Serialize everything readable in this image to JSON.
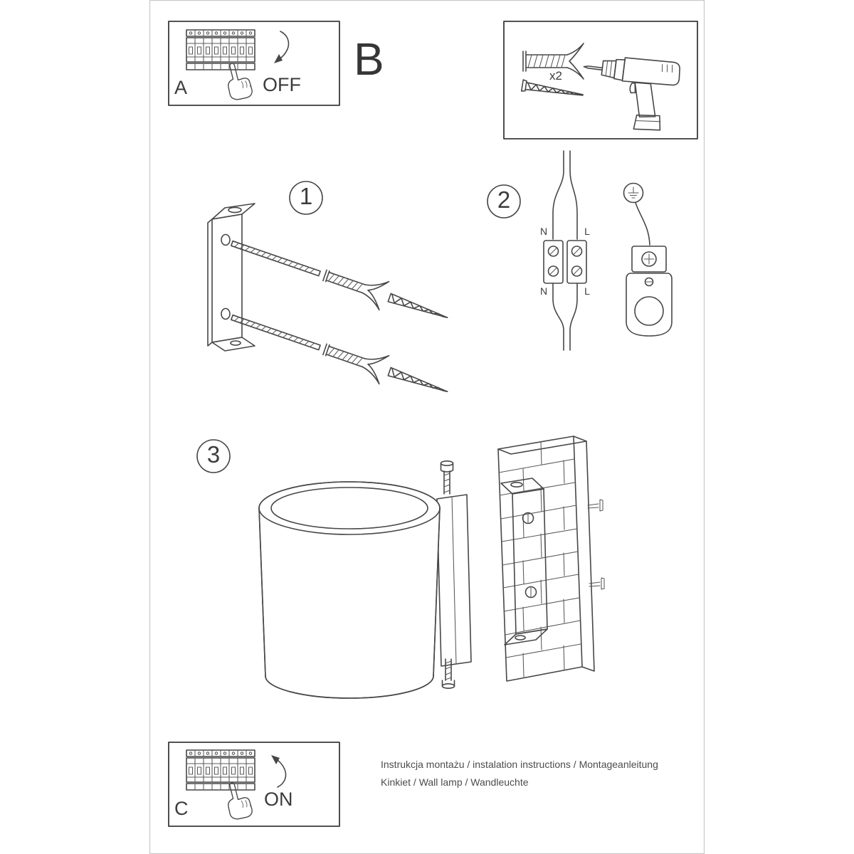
{
  "page": {
    "footer_line1": "Instrukcja montażu / instalation instructions / Montageanleitung",
    "footer_line2": "Kinkiet / Wall lamp / Wandleuchte"
  },
  "panel_a": {
    "label": "A",
    "action": "OFF"
  },
  "section_b": {
    "label": "B"
  },
  "parts_box": {
    "anchor_qty": "x2"
  },
  "step1": {
    "number": "1"
  },
  "step2": {
    "number": "2",
    "wire_top_left": "N",
    "wire_top_right": "L",
    "wire_bottom_left": "N",
    "wire_bottom_right": "L"
  },
  "step3": {
    "number": "3"
  },
  "panel_c": {
    "label": "C",
    "action": "ON"
  }
}
